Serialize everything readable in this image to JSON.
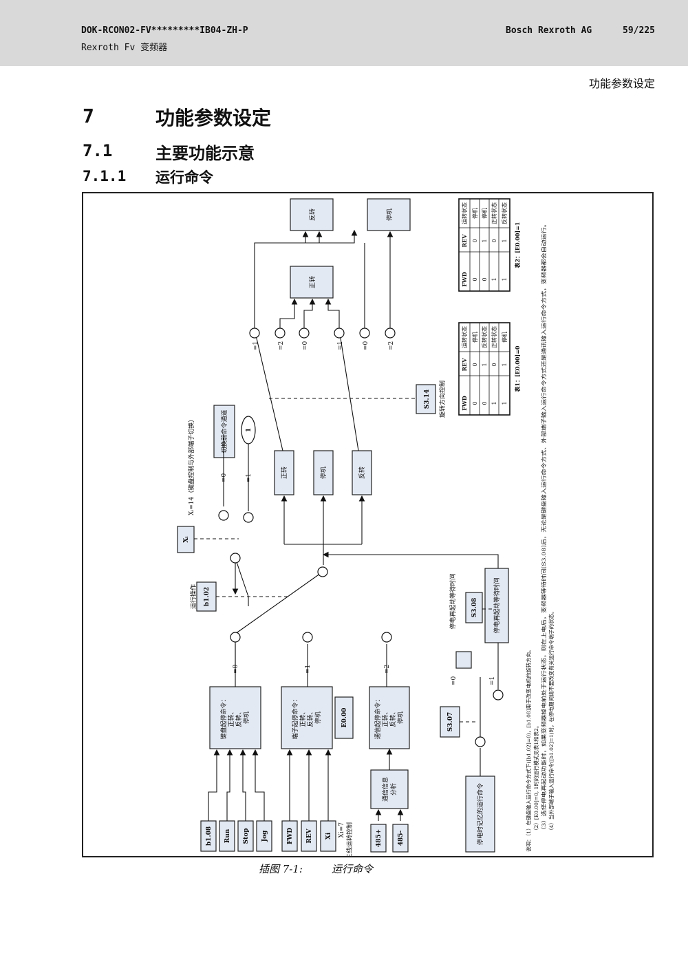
{
  "header": {
    "doc_id": "DOK-RCON02-FV*********IB04-ZH-P",
    "product": "Rexroth Fv 变频器",
    "company": "Bosch Rexroth AG",
    "page": "59/225"
  },
  "section_label": "功能参数设定",
  "headings": {
    "h1": {
      "num": "7",
      "title": "功能参数设定"
    },
    "h2": {
      "num": "7.1",
      "title": "主要功能示意"
    },
    "h3": {
      "num": "7.1.1",
      "title": "运行命令"
    }
  },
  "figure": {
    "caption_num": "插图 7-1:",
    "caption_title": "运行命令",
    "diagram": {
      "out_reverse": "反转",
      "out_stop": "停机",
      "out_forward": "正转",
      "switch_labels": [
        "=1",
        "=2",
        "=0",
        "=1",
        "=0",
        "=2"
      ],
      "s314": "S3.14",
      "s314_desc": "旋转方向控制",
      "mid_forward": "正转",
      "mid_stop": "停机",
      "mid_reverse": "反转",
      "switch_cmd_channel": "切换前命令通道",
      "one": "1",
      "xi14": "Xᵢ=14（键盘控制与外部端子切换）",
      "xi": "Xᵢ",
      "eq0": "=0",
      "eq1": "=1",
      "b102": "b1.02",
      "run_op": "运行操作",
      "restart_wait_box": "停电再起动等待时间",
      "restart_wait_label": "停电再起动等待时间",
      "s308": "S3.08",
      "s307": "S3.07",
      "sel_eq0": "=0",
      "sel_eq1": "=1",
      "mem_box": "停电时记忆的运行命令",
      "kb_box": [
        "键盘起停命令：",
        "正转、",
        "反转、",
        "停机"
      ],
      "term_box": [
        "端子起停命令：",
        "正转、",
        "反转、",
        "停机"
      ],
      "comm_box": [
        "通信起停命令：",
        "正转、",
        "反转、",
        "停机"
      ],
      "e000": "E0.00",
      "comm_analysis": [
        "通信信息",
        "分析"
      ],
      "kb_inputs": [
        "b1.08",
        "Run",
        "Stop",
        "Jog"
      ],
      "term_inputs": [
        "FWD",
        "REV",
        "Xi"
      ],
      "comm_inputs": [
        "485+",
        "485-"
      ],
      "xi7": "Xi=7",
      "three_wire": "三线运转控制",
      "branch_eq": [
        "=0",
        "=1",
        "=2"
      ],
      "table1": {
        "caption": "表1：[E0.00]=0",
        "headers": [
          "FWD",
          "REV",
          "运转状态"
        ],
        "rows": [
          [
            "0",
            "0",
            "停机"
          ],
          [
            "0",
            "1",
            "反转状态"
          ],
          [
            "1",
            "0",
            "正转状态"
          ],
          [
            "1",
            "1",
            "停机"
          ]
        ]
      },
      "table2": {
        "caption": "表2：[E0.00]=1",
        "headers": [
          "FWD",
          "REV",
          "运转状态"
        ],
        "rows": [
          [
            "0",
            "0",
            "停机"
          ],
          [
            "0",
            "1",
            "停机"
          ],
          [
            "1",
            "0",
            "正转状态"
          ],
          [
            "1",
            "1",
            "反转状态"
          ]
        ]
      },
      "notes": [
        "说明：（1）在键盘输入运行命令方式下([b1.02]=0)，[b1.08]用于改变电机的旋转方向。",
        "（2）[E0.00]=0, 1时的运行模式见表1和表2。",
        "（3）选择停电再起动功能时，如果变频器掉电前处于运行状态，则在上电后，变频器等待时间[S3.08]后，无论是键盘输入运行命令方式、外部端子输入运行命令方式还是通讯输入运行命令方式，变频器都会自动运行。",
        "（4）当外部端子输入运行命令([b1.02]=1)时，在停电期间请不要改变有关运行命令端子的状态。"
      ]
    }
  }
}
